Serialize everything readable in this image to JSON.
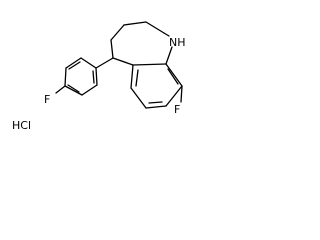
{
  "molecule": {
    "atom_labels": {
      "fluorine_left": "F",
      "fluorine_right": "F",
      "amine": "NH",
      "salt": "HCl"
    },
    "colors": {
      "bond": "#000000",
      "label": "#000000",
      "background": "#ffffff"
    }
  }
}
